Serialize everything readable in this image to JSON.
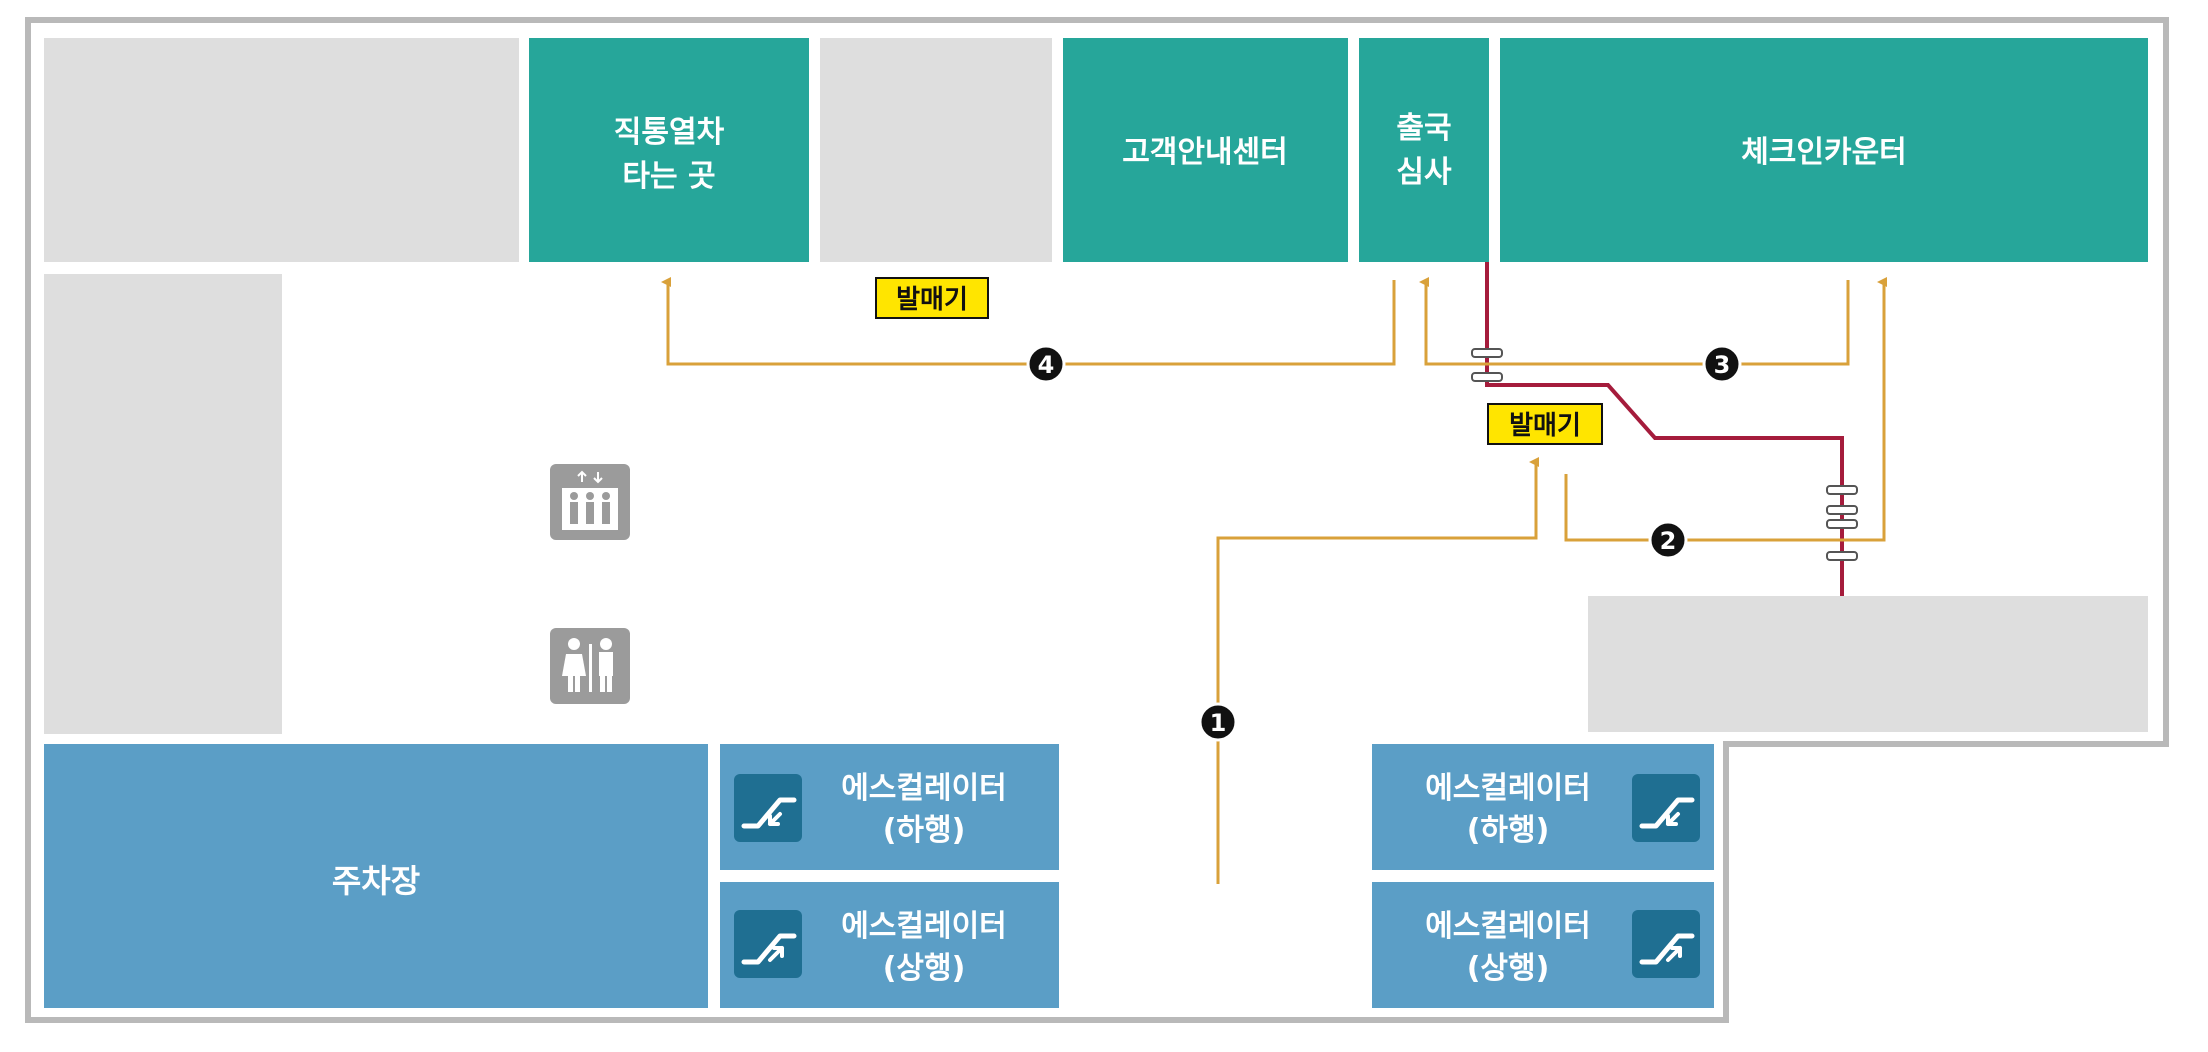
{
  "colors": {
    "teal": "#26a69a",
    "blue": "#5b9ec6",
    "gray": "#dedede",
    "route": "#d9a13a",
    "red_line": "#a51c3c",
    "ticket_bg": "#ffe500",
    "marker": "#111111",
    "outline": "#b9b9b9",
    "icon_gray": "#9b9b9b"
  },
  "rooms": {
    "train_line1": "직통열차",
    "train_line2": "타는 곳",
    "customer_center": "고객안내센터",
    "departure_line1": "출국",
    "departure_line2": "심사",
    "checkin": "체크인카운터",
    "parking": "주차장"
  },
  "escalators": {
    "left_down": {
      "line1": "에스컬레이터",
      "line2": "(하행)",
      "icon": "escalator-down-icon"
    },
    "left_up": {
      "line1": "에스컬레이터",
      "line2": "(상행)",
      "icon": "escalator-up-icon"
    },
    "right_down": {
      "line1": "에스컬레이터",
      "line2": "(하행)",
      "icon": "escalator-down-icon"
    },
    "right_up": {
      "line1": "에스컬레이터",
      "line2": "(상행)",
      "icon": "escalator-up-icon"
    }
  },
  "ticket_machines": [
    "발매기",
    "발매기"
  ],
  "routes": [
    "1",
    "2",
    "3",
    "4"
  ],
  "icons": {
    "elevator": "elevator-icon",
    "restroom": "restroom-icon"
  }
}
